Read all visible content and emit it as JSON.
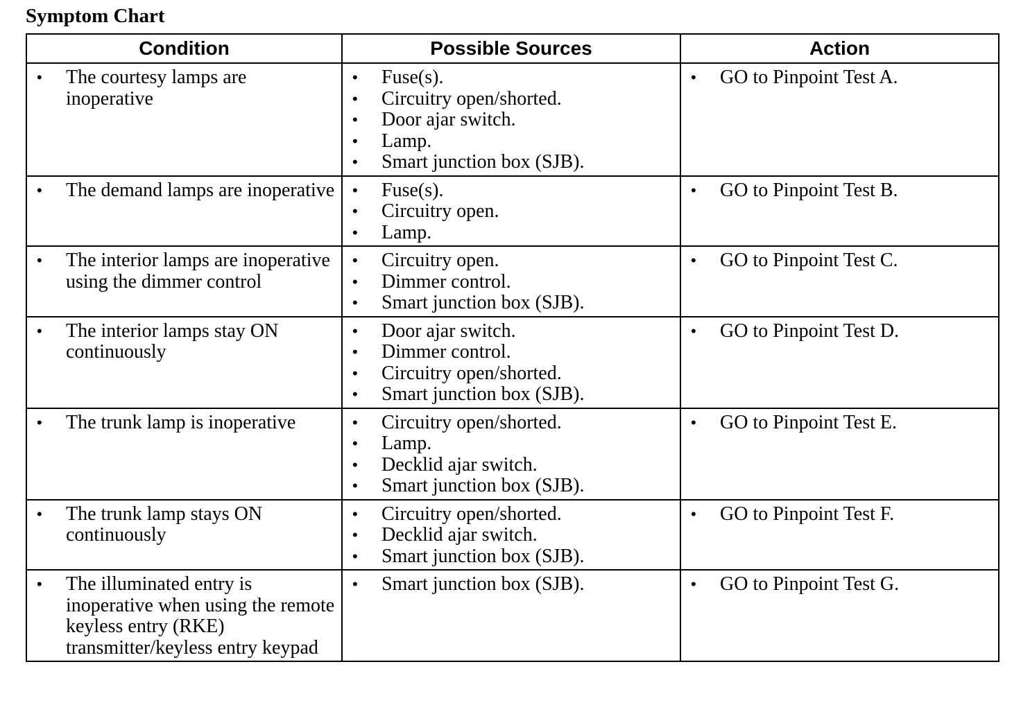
{
  "title": "Symptom Chart",
  "headers": {
    "condition": "Condition",
    "sources": "Possible Sources",
    "action": "Action"
  },
  "bullet_char": "•",
  "rows": [
    {
      "condition": "The courtesy lamps are inoperative",
      "sources": [
        "Fuse(s).",
        "Circuitry open/shorted.",
        "Door ajar switch.",
        "Lamp.",
        "Smart junction box (SJB)."
      ],
      "action": "GO to Pinpoint Test A."
    },
    {
      "condition": "The demand lamps are inoperative",
      "sources": [
        "Fuse(s).",
        "Circuitry open.",
        "Lamp."
      ],
      "action": "GO to Pinpoint Test B."
    },
    {
      "condition": "The interior lamps are inoperative using the dimmer control",
      "sources": [
        "Circuitry open.",
        "Dimmer control.",
        "Smart junction box (SJB)."
      ],
      "action": "GO to Pinpoint Test C."
    },
    {
      "condition": "The interior lamps stay ON continuously",
      "sources": [
        "Door ajar switch.",
        "Dimmer control.",
        "Circuitry open/shorted.",
        "Smart junction box (SJB)."
      ],
      "action": "GO to Pinpoint Test D."
    },
    {
      "condition": "The trunk lamp is inoperative",
      "sources": [
        "Circuitry open/shorted.",
        "Lamp.",
        "Decklid ajar switch.",
        "Smart junction box (SJB)."
      ],
      "action": "GO to Pinpoint Test E."
    },
    {
      "condition": "The trunk lamp stays ON continuously",
      "sources": [
        "Circuitry open/shorted.",
        "Decklid ajar switch.",
        "Smart junction box (SJB)."
      ],
      "action": "GO to Pinpoint Test F."
    },
    {
      "condition": "The illuminated entry is inoperative when using the remote keyless entry (RKE) transmitter/keyless entry keypad",
      "sources": [
        "Smart junction box (SJB)."
      ],
      "action": "GO to Pinpoint Test G."
    }
  ]
}
